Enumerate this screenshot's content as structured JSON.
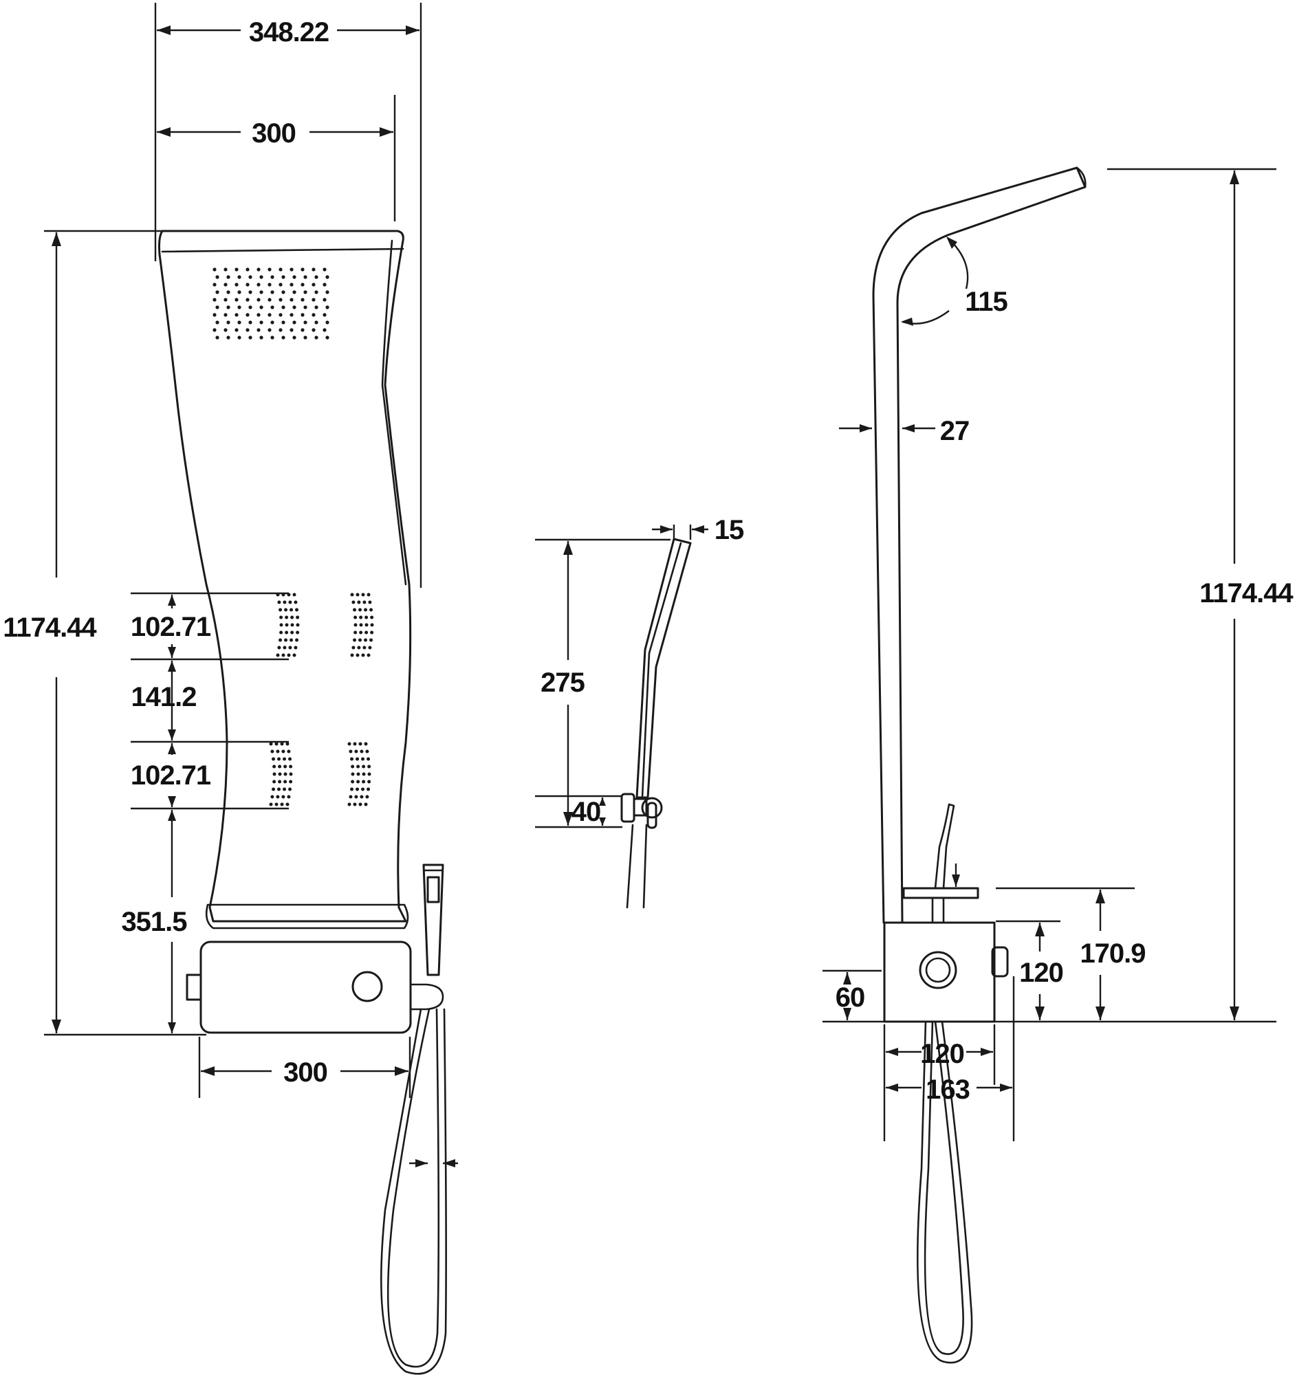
{
  "drawing": {
    "colors": {
      "line": "#1a1a1a",
      "background": "#ffffff"
    },
    "front_view": {
      "overall_width": "348.22",
      "top_width": "300",
      "height": "1174.44",
      "jet_zone_1": "102.71",
      "jet_spacing": "141.2",
      "jet_zone_2": "102.71",
      "bottom_offset": "351.5",
      "base_width": "300"
    },
    "hand_shower_view": {
      "head_thickness": "15",
      "length": "275",
      "holder_height": "40"
    },
    "side_view": {
      "arm_angle": "115",
      "pipe_diameter": "27",
      "height": "1174.44",
      "valve_height": "170.9",
      "box_height": "120",
      "knob_height": "60",
      "box_depth": "120",
      "total_depth": "163"
    }
  }
}
